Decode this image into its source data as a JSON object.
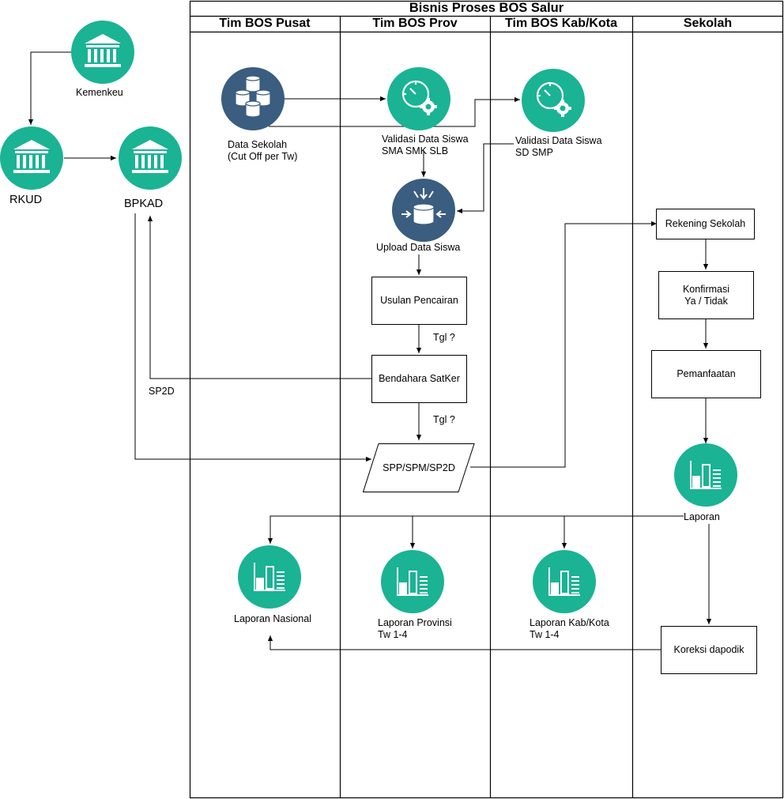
{
  "pool": {
    "title": "Bisnis Proses BOS Salur",
    "lanes": [
      "Tim BOS Pusat",
      "Tim BOS Prov",
      "Tim BOS Kab/Kota",
      "Sekolah"
    ]
  },
  "outside": {
    "kemenkeu": "Kemenkeu",
    "rkud": "RKUD",
    "bpkad": "BPKAD",
    "sp2d_label": "SP2D"
  },
  "nodes": {
    "data_sekolah": "Data Sekolah\n(Cut Off per Tw)",
    "validasi_prov": "Validasi Data Siswa\nSMA SMK SLB",
    "validasi_kab": "Validasi Data Siswa\nSD SMP",
    "upload": "Upload Data Siswa",
    "usulan": "Usulan Pencairan",
    "bendahara": "Bendahara SatKer",
    "sppspm": "SPP/SPM/SP2D",
    "tgl1": "Tgl ?",
    "tgl2": "Tgl ?",
    "rekening": "Rekening Sekolah",
    "konfirmasi": "Konfirmasi\nYa / Tidak",
    "pemanfaatan": "Pemanfaatan",
    "laporan": "Laporan",
    "lap_nasional": "Laporan Nasional",
    "lap_provinsi": "Laporan Provinsi\nTw 1-4",
    "lap_kabkota": "Laporan Kab/Kota\nTw 1-4",
    "koreksi": "Koreksi dapodik"
  },
  "colors": {
    "teal": "#1ab394",
    "navy": "#3a5d80",
    "line": "#000000"
  },
  "icons": {
    "bank": "bank-building-icon",
    "database": "database-cluster-icon",
    "gauge": "gauge-gear-icon",
    "import": "database-import-icon",
    "chart": "bar-chart-icon"
  }
}
